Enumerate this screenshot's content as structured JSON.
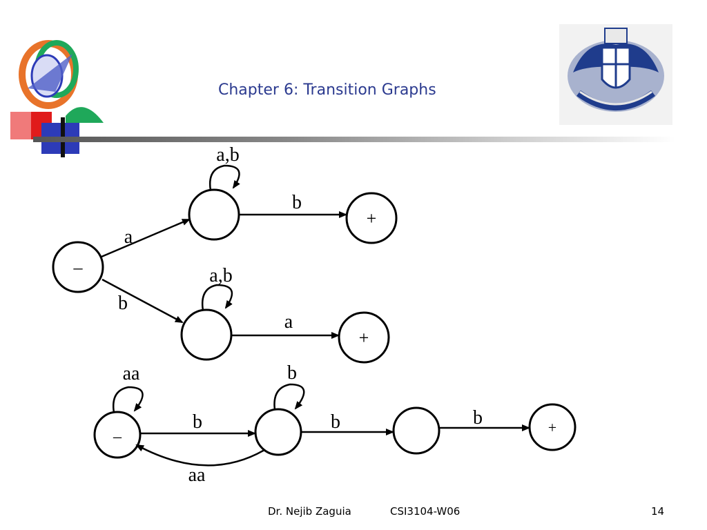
{
  "slide": {
    "title": "Chapter 6: Transition Graphs",
    "footer": {
      "author": "Dr. Nejib Zaguia",
      "course": "CSI3104-W06",
      "page": "14"
    }
  },
  "colors": {
    "title": "#2b3a8f",
    "logo_orange": "#e8732a",
    "logo_green": "#1fa85a",
    "logo_blue": "#2d3bb8",
    "logo_red": "#e01b1b",
    "crest_blue": "#1f3c8c"
  },
  "diagrams": {
    "top": {
      "states": {
        "start": "–",
        "upper_middle": "",
        "upper_final": "+",
        "lower_middle": "",
        "lower_final": "+"
      },
      "labels": {
        "upper_loop": "a,b",
        "start_to_upper": "a",
        "upper_to_final": "b",
        "lower_loop": "a,b",
        "start_to_lower": "b",
        "lower_to_final": "a"
      }
    },
    "bottom": {
      "states": {
        "start": "–",
        "second": "",
        "third": "",
        "final": "+"
      },
      "labels": {
        "start_loop": "aa",
        "start_to_second": "b",
        "second_loop": "b",
        "second_to_third": "b",
        "third_to_final": "b",
        "second_to_start": "aa"
      }
    }
  }
}
